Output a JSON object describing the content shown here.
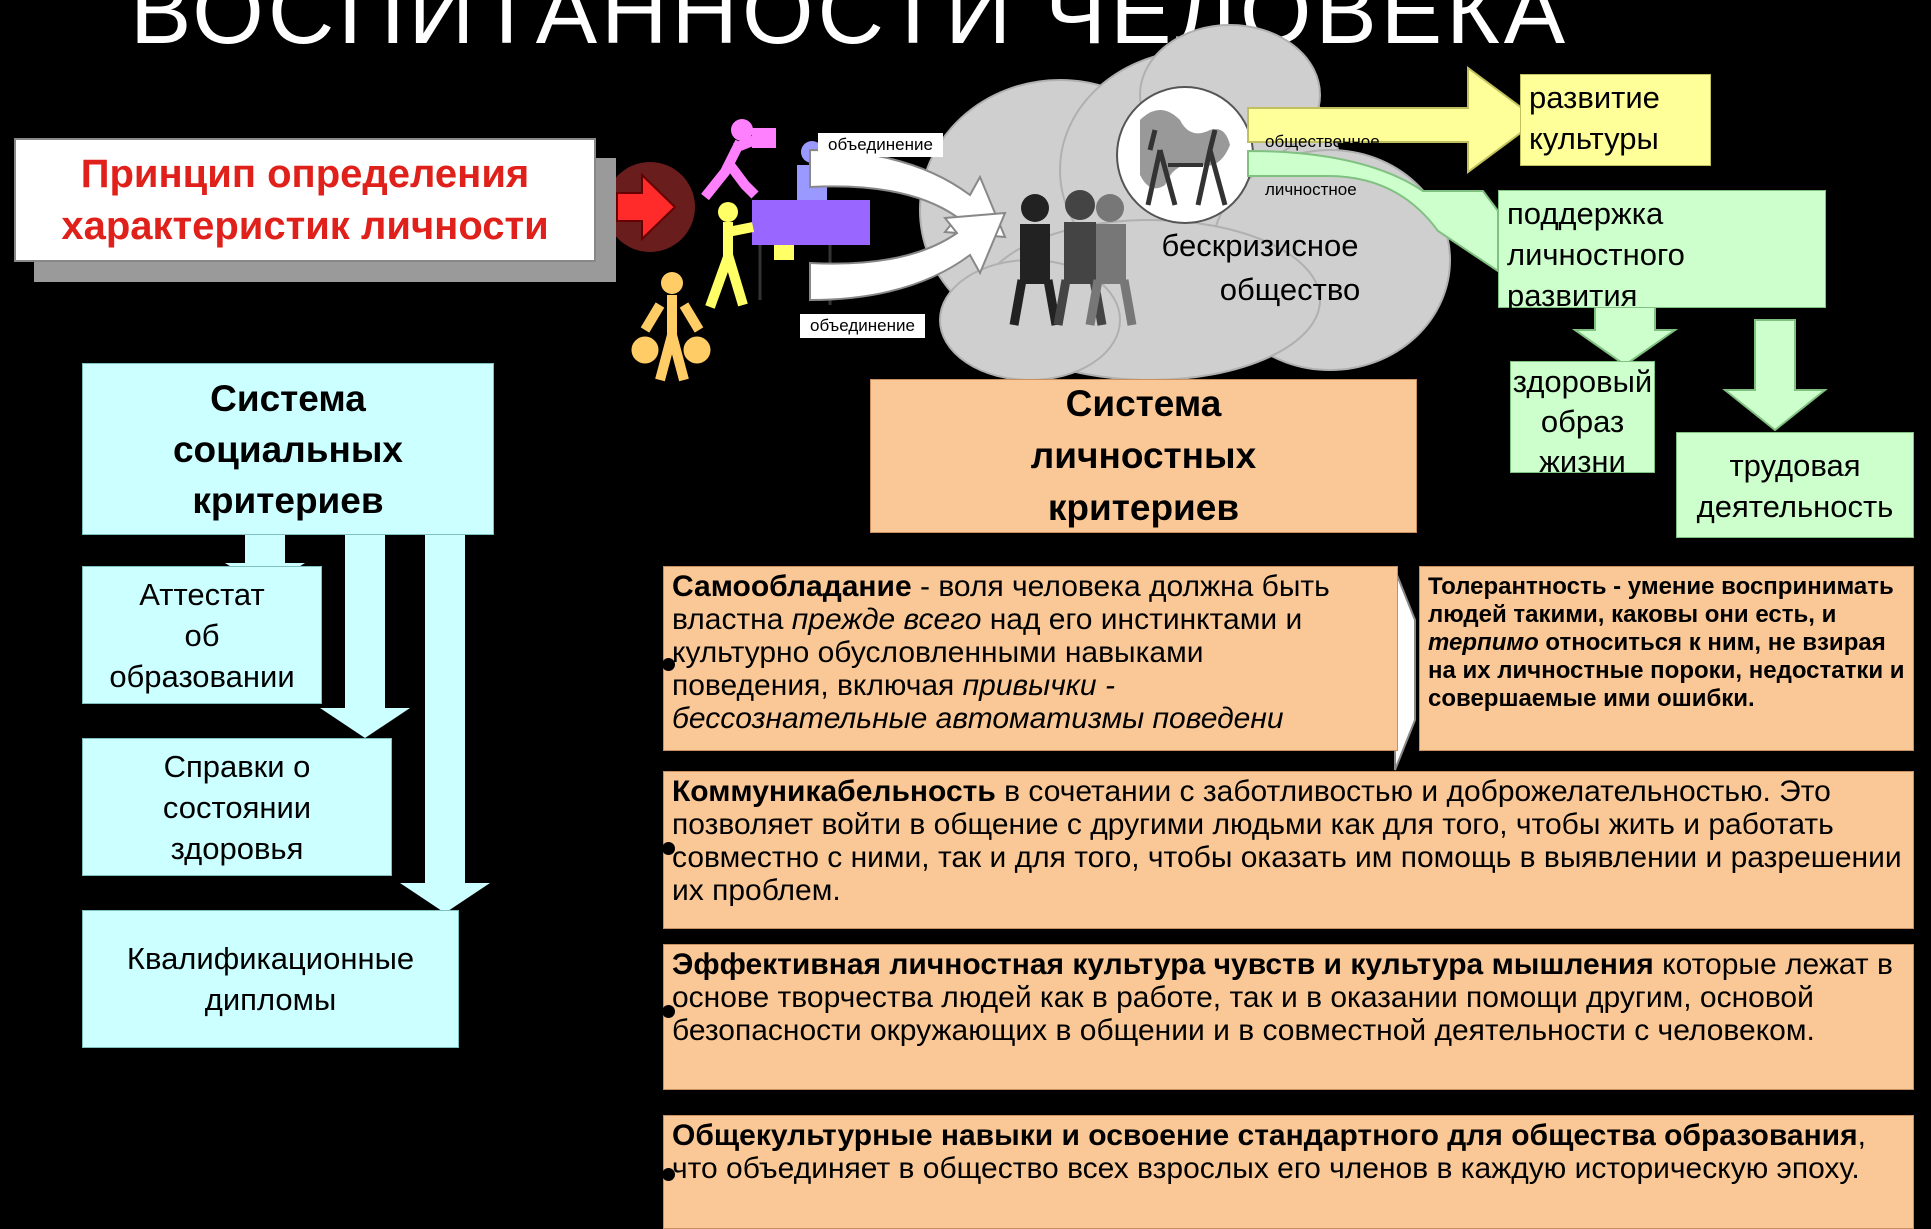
{
  "title": "ВОСПИТАННОСТИ ЧЕЛОВЕКА",
  "principle": {
    "line1": "Принцип определения",
    "line2": "характеристик личности"
  },
  "labels": {
    "union_top": "объединение",
    "union_bottom": "объединение",
    "public": "общественное",
    "personal": "личностное",
    "society_line1": "бескризисное",
    "society_line2": "общество"
  },
  "outcomes": {
    "culture_line1": "развитие",
    "culture_line2": "культуры",
    "support_line1": "поддержка",
    "support_line2": "личностного",
    "support_line3": "развития",
    "health_line1": "здоровый",
    "health_line2": "образ",
    "health_line3": "жизни",
    "labor_line1": "трудовая",
    "labor_line2": "деятельность"
  },
  "social": {
    "head_line1": "Система",
    "head_line2": "социальных",
    "head_line3": "критериев",
    "item1_line1": "Аттестат",
    "item1_line2": "об",
    "item1_line3": "образовании",
    "item2_line1": "Справки о",
    "item2_line2": "состоянии",
    "item2_line3": "здоровья",
    "item3_line1": "Квалификационные",
    "item3_line2": "дипломы"
  },
  "personal": {
    "head_line1": "Система",
    "head_line2": "личностных",
    "head_line3": "критериев",
    "self": {
      "title": "Самообладание",
      "t1": " - воля человека должна быть властна ",
      "i1": "прежде всего",
      "t2": " над его инстинктами и культурно обусловленными навыками поведения, включая ",
      "i2": "привычки - бессознательные автоматизмы поведени"
    },
    "tolerance": {
      "title": "Толерантность",
      "t1": " - умение воспринимать людей такими, каковы они есть, и ",
      "i1": "терпимо",
      "t2": " относиться к ним, не взирая на их личностные пороки, недостатки и совершаемые ими ошибки."
    },
    "communication": {
      "title": "Коммуникабельность",
      "text": " в сочетании с заботливостью и доброжелательностью. Это позволяет войти в общение с другими людьми как для того, чтобы жить и работать совместно с ними, так и для того, чтобы оказать им помощь в выявлении и разрешении их проблем."
    },
    "culture": {
      "title": "Эффективная личностная культура чувств и культура мышления",
      "text": " которые лежат в основе творчества людей как в работе, так и в оказании помощи другим, основой безопасности окружающих в общении и в совместной деятельности с человеком."
    },
    "general": {
      "title": "Общекультурные навыки и освоение стандартного для общества образования",
      "text": ", что объединяет в общество всех взрослых его членов в каждую историческую эпоху."
    }
  },
  "colors": {
    "cyan": "#ccffff",
    "peach": "#fac896",
    "light_green": "#ccffcc",
    "light_yellow": "#ffff99",
    "principle_red": "#e0201a"
  }
}
